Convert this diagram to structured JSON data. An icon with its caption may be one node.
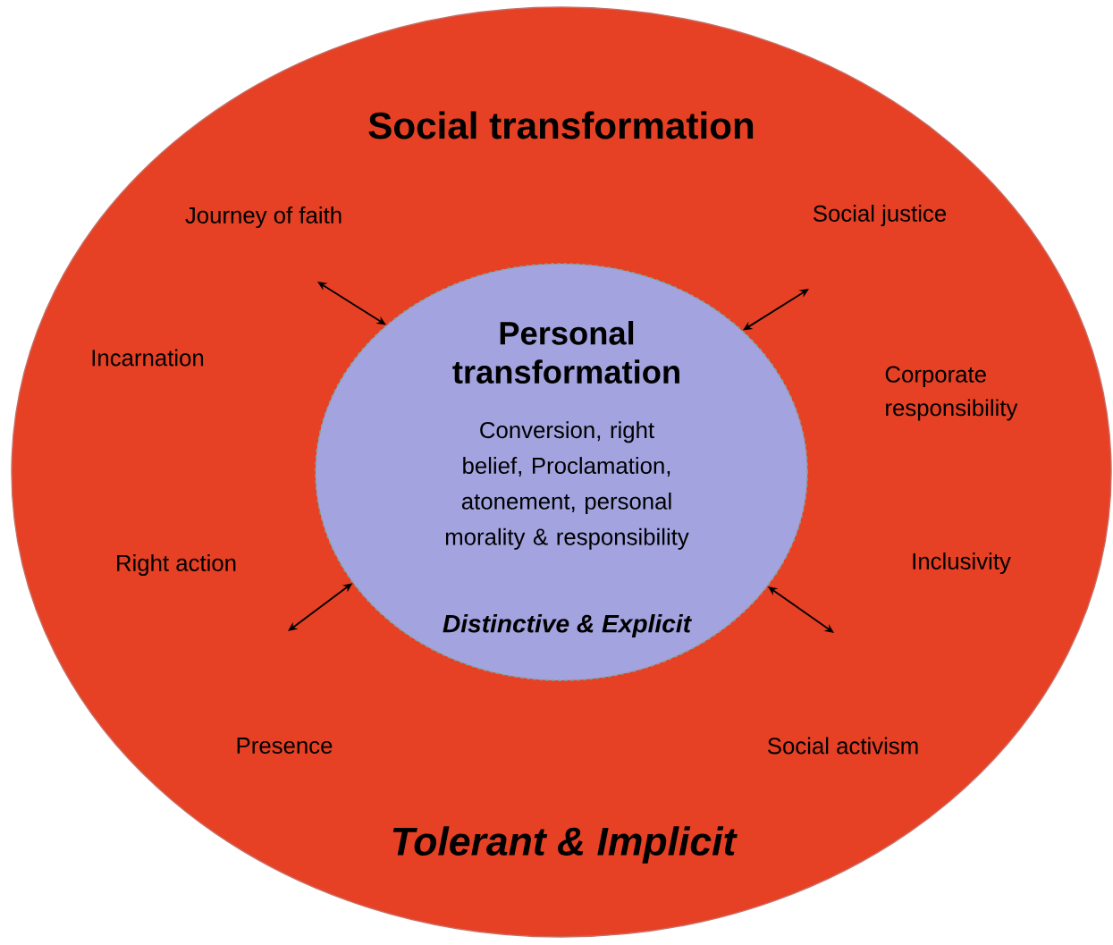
{
  "diagram": {
    "nodes": [
      {
        "text": [
          "Social transformation",
          "Tolerant & Implicit"
        ]
      },
      {
        "text": [
          "Personal transformation",
          "Conversion, right belief, Proclamation, atonement, personal morality & responsibility",
          "Distinctive & Explicit"
        ],
        "in": 0
      }
    ],
    "edges": [
      {
        "from": 1,
        "to": null,
        "arrow": "both"
      },
      {
        "from": 1,
        "to": null,
        "arrow": "both"
      },
      {
        "from": 1,
        "to": null,
        "arrow": "both"
      },
      {
        "from": 1,
        "to": null,
        "arrow": "both"
      }
    ],
    "labels": [
      "Journey of faith",
      "Social justice",
      "Incarnation",
      "Corporate responsibility",
      "Right action",
      "Inclusivity",
      "Presence",
      "Social activism"
    ]
  }
}
